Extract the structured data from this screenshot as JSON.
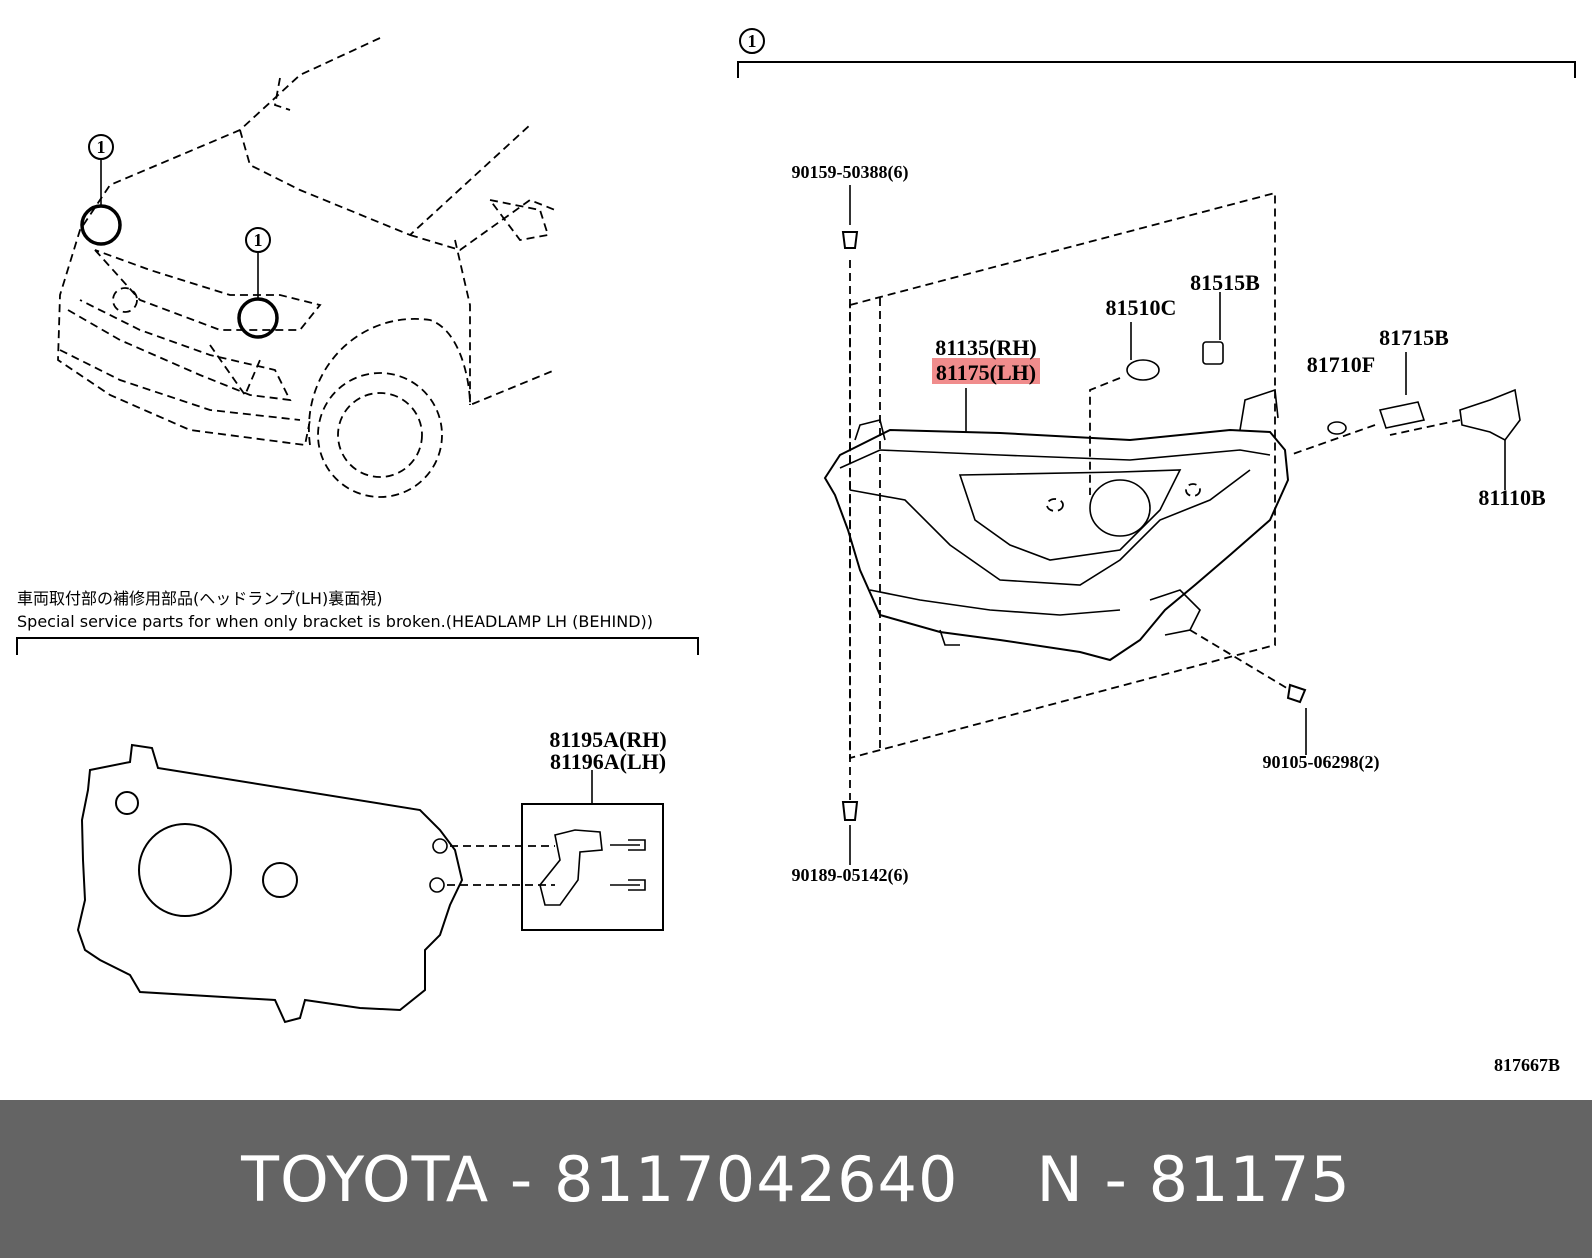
{
  "diagram": {
    "ref_number": "1",
    "japanese_note": "車両取付部の補修用部品(ヘッドランプ(LH)裏面視)",
    "english_note": "Special service parts for when only bracket is broken.(HEADLAMP LH (BEHIND))",
    "illustration_code": "817667B",
    "highlight_color": "#f08c8c",
    "parts": {
      "screw_top": "90159-50388(6)",
      "screw_bottom": "90189-05142(6)",
      "screw_right": "90105-06298(2)",
      "lamp_rh": "81135(RH)",
      "lamp_lh": "81175(LH)",
      "socket_a": "81510C",
      "socket_b": "81515B",
      "bulb_f": "81710F",
      "bulb_b": "81715B",
      "bulb_main": "81110B",
      "bracket_rh": "81195A(RH)",
      "bracket_lh": "81196A(LH)"
    }
  },
  "footer": {
    "brand": "TOYOTA",
    "separator": "-",
    "part_number": "8117042640",
    "n_label": "N",
    "n_separator": "-",
    "n_value": "81175"
  }
}
